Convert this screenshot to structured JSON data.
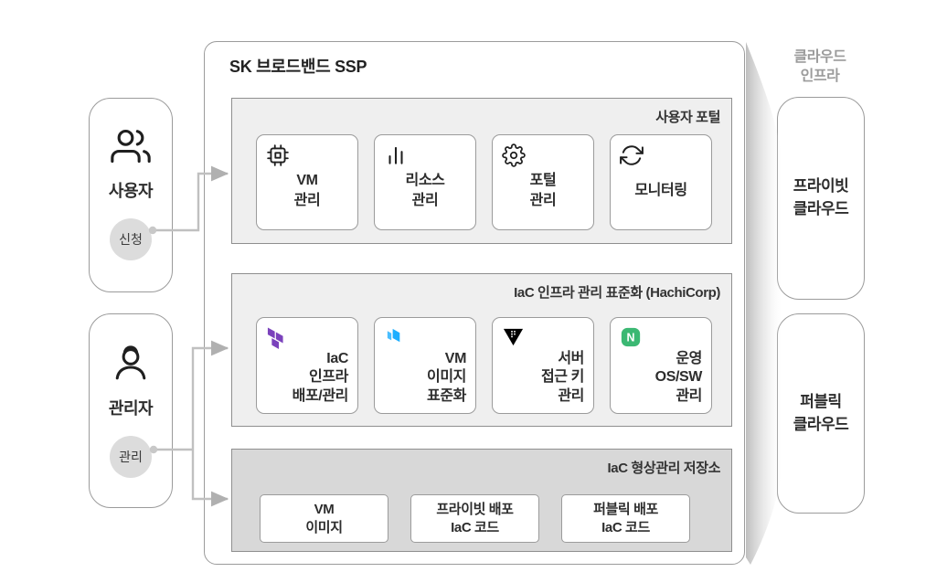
{
  "title": "SK 브로드밴드 SSP",
  "actors": {
    "user": {
      "icon": "users-icon",
      "label": "사용자",
      "badge": "신청"
    },
    "admin": {
      "icon": "user-icon",
      "label": "관리자",
      "badge": "관리"
    }
  },
  "sections": {
    "portal": {
      "header": "사용자 포털",
      "cards": [
        {
          "icon": "cpu-icon",
          "lines": [
            "VM",
            "관리"
          ]
        },
        {
          "icon": "bar-chart-icon",
          "lines": [
            "리소스",
            "관리"
          ]
        },
        {
          "icon": "gear-icon",
          "lines": [
            "포털",
            "관리"
          ]
        },
        {
          "icon": "refresh-icon",
          "lines": [
            "모니터링"
          ]
        }
      ]
    },
    "iac": {
      "header": "IaC 인프라 관리 표준화 (HachiCorp)",
      "cards": [
        {
          "icon": "terraform-icon",
          "lines": [
            "IaC",
            "인프라",
            "배포/관리"
          ]
        },
        {
          "icon": "packer-icon",
          "lines": [
            "VM",
            "이미지",
            "표준화"
          ]
        },
        {
          "icon": "vault-icon",
          "lines": [
            "서버",
            "접근 키",
            "관리"
          ]
        },
        {
          "icon": "nomad-icon",
          "lines": [
            "운영",
            "OS/SW",
            "관리"
          ]
        }
      ]
    },
    "repo": {
      "header": "IaC 형상관리 저장소",
      "cards": [
        {
          "lines": [
            "VM",
            "이미지"
          ]
        },
        {
          "lines": [
            "프라이빗 배포",
            "IaC 코드"
          ]
        },
        {
          "lines": [
            "퍼블릭 배포",
            "IaC 코드"
          ]
        }
      ]
    }
  },
  "cloud": {
    "label_lines": [
      "클라우드",
      "인프라"
    ],
    "boxes": [
      {
        "lines": [
          "프라이빗",
          "클라우드"
        ]
      },
      {
        "lines": [
          "퍼블릭",
          "클라우드"
        ]
      }
    ]
  },
  "brand_colors": {
    "terraform": "#7b42bc",
    "packer": "#1daeff",
    "vault": "#000000",
    "nomad": "#3bb873"
  },
  "brand_glyphs": {
    "nomad_letter": "N"
  },
  "connector_color": "#bfbfbf"
}
